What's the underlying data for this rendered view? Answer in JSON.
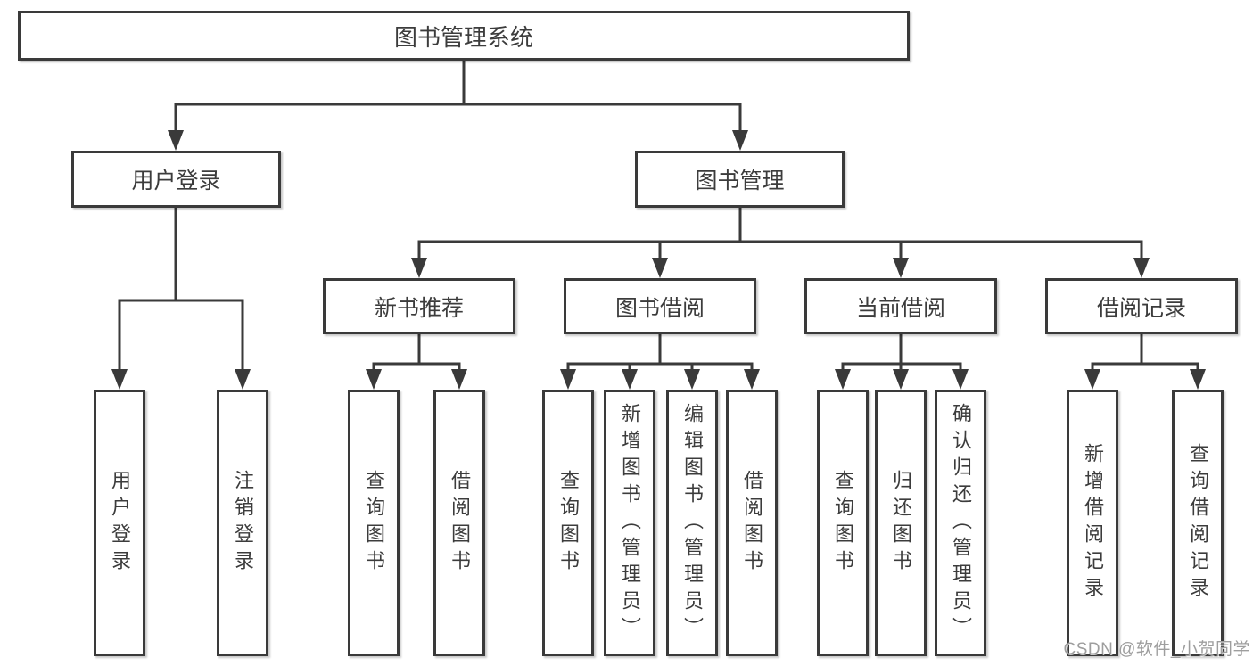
{
  "tree": {
    "root": {
      "label": "图书管理系统"
    },
    "branches": [
      {
        "label": "用户登录",
        "leaves": [
          {
            "label": "用户登录"
          },
          {
            "label": "注销登录"
          }
        ]
      },
      {
        "label": "图书管理",
        "groups": [
          {
            "label": "新书推荐",
            "leaves": [
              {
                "label": "查询图书"
              },
              {
                "label": "借阅图书"
              }
            ]
          },
          {
            "label": "图书借阅",
            "leaves": [
              {
                "label": "查询图书"
              },
              {
                "label": "新增图书（管理员）"
              },
              {
                "label": "编辑图书（管理员）"
              },
              {
                "label": "借阅图书"
              }
            ]
          },
          {
            "label": "当前借阅",
            "leaves": [
              {
                "label": "查询图书"
              },
              {
                "label": "归还图书"
              },
              {
                "label": "确认归还（管理员）"
              }
            ]
          },
          {
            "label": "借阅记录",
            "leaves": [
              {
                "label": "新增借阅记录"
              },
              {
                "label": "查询借阅记录"
              }
            ]
          }
        ]
      }
    ]
  },
  "watermark": "CSDN @软件_小贺同学",
  "colors": {
    "line": "#3a3a3a",
    "text": "#3c3c3c",
    "box_background": "#ffffff",
    "watermark": "#9e9e9e"
  }
}
